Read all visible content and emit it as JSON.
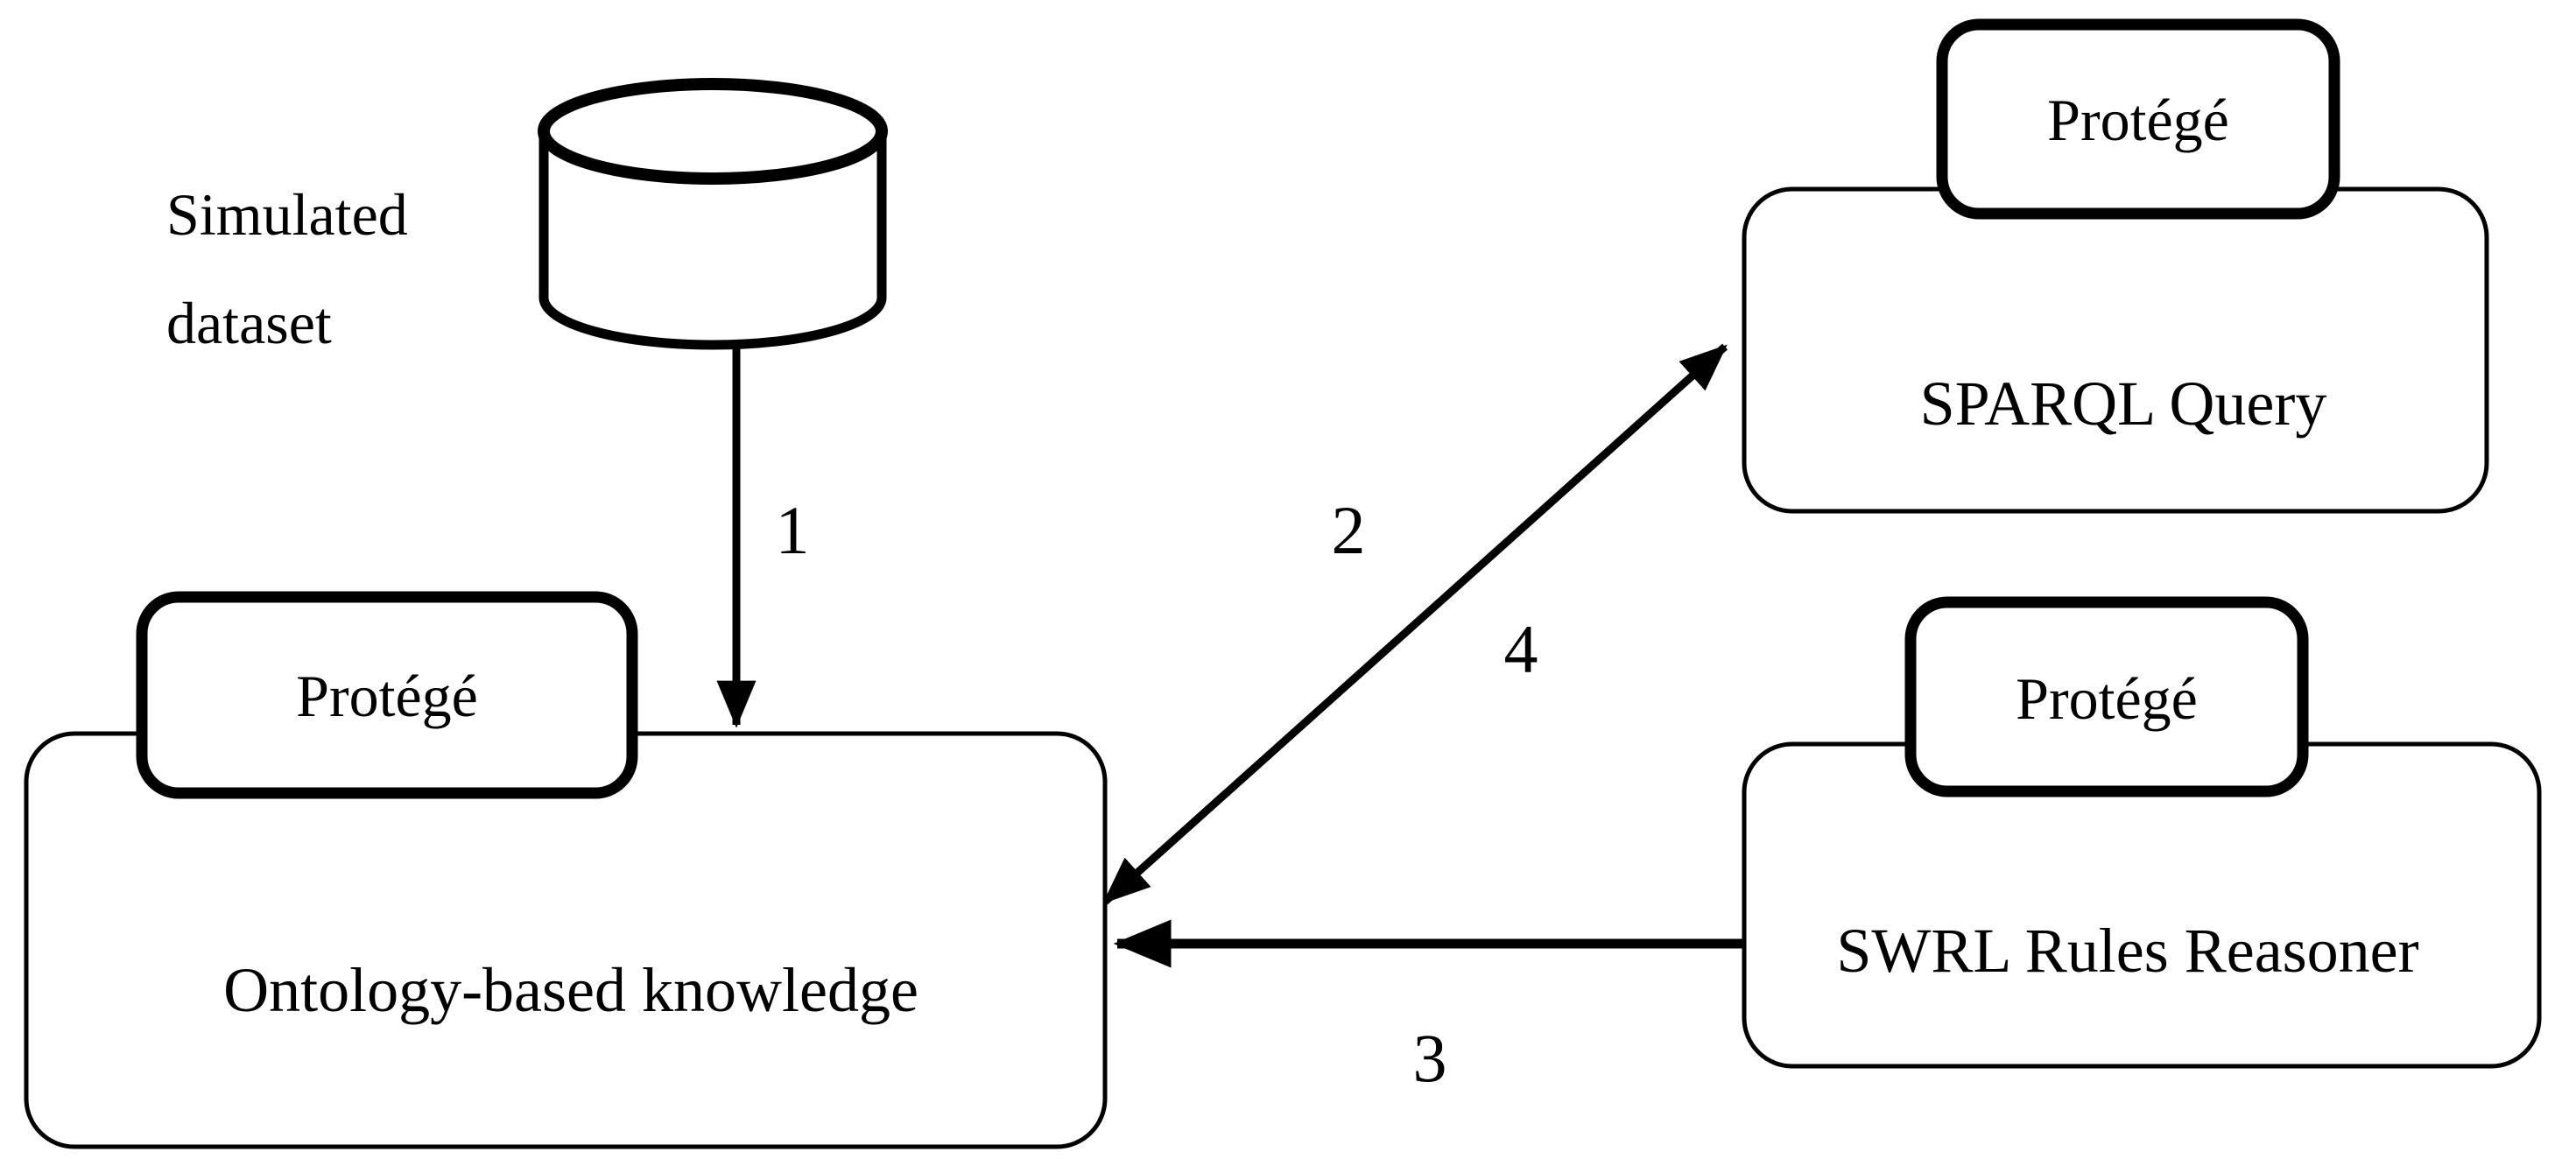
{
  "figure": {
    "background_color": "#ffffff",
    "ink_color": "#000000",
    "type": "system-architecture-diagram"
  },
  "nodes": {
    "dataset": {
      "icon": "database-cylinder-icon",
      "line1": "Simulated",
      "line2": "dataset"
    },
    "ontology": {
      "label": "Ontology-based knowledge",
      "badge": "Protégé"
    },
    "sparql": {
      "label": "SPARQL Query",
      "badge": "Protégé"
    },
    "swrl": {
      "label": "SWRL Rules Reasoner",
      "badge": "Protégé"
    }
  },
  "arrows": {
    "a1": {
      "label": "1",
      "from": "dataset",
      "to": "ontology"
    },
    "a2": {
      "label": "2",
      "from": "ontology",
      "to": "sparql"
    },
    "a3": {
      "label": "3",
      "from": "swrl",
      "to": "ontology"
    },
    "a4": {
      "label": "4",
      "from": "sparql",
      "to": "ontology"
    }
  }
}
